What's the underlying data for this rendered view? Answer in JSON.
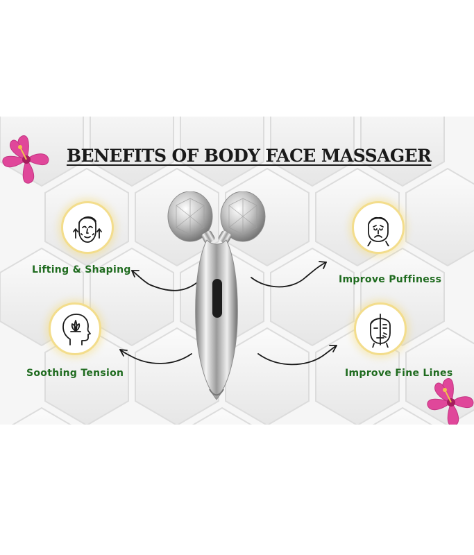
{
  "title": "BENEFITS OF BODY FACE MASSAGER",
  "benefits": {
    "lifting": "Lifting & Shaping",
    "puffiness": "Improve Puffiness",
    "tension": "Soothing Tension",
    "fine_lines": "Improve Fine Lines"
  },
  "icons": {
    "lifting": "face-lift-icon",
    "puffiness": "puffy-face-icon",
    "tension": "head-lotus-icon",
    "fine_lines": "half-face-icon",
    "product": "face-roller",
    "flower": "hibiscus-flower"
  },
  "colors": {
    "label": "#1f6b1f",
    "circle_glow": "#f3dd8c",
    "flower": "#e0479a",
    "title": "#1a1a1a"
  }
}
